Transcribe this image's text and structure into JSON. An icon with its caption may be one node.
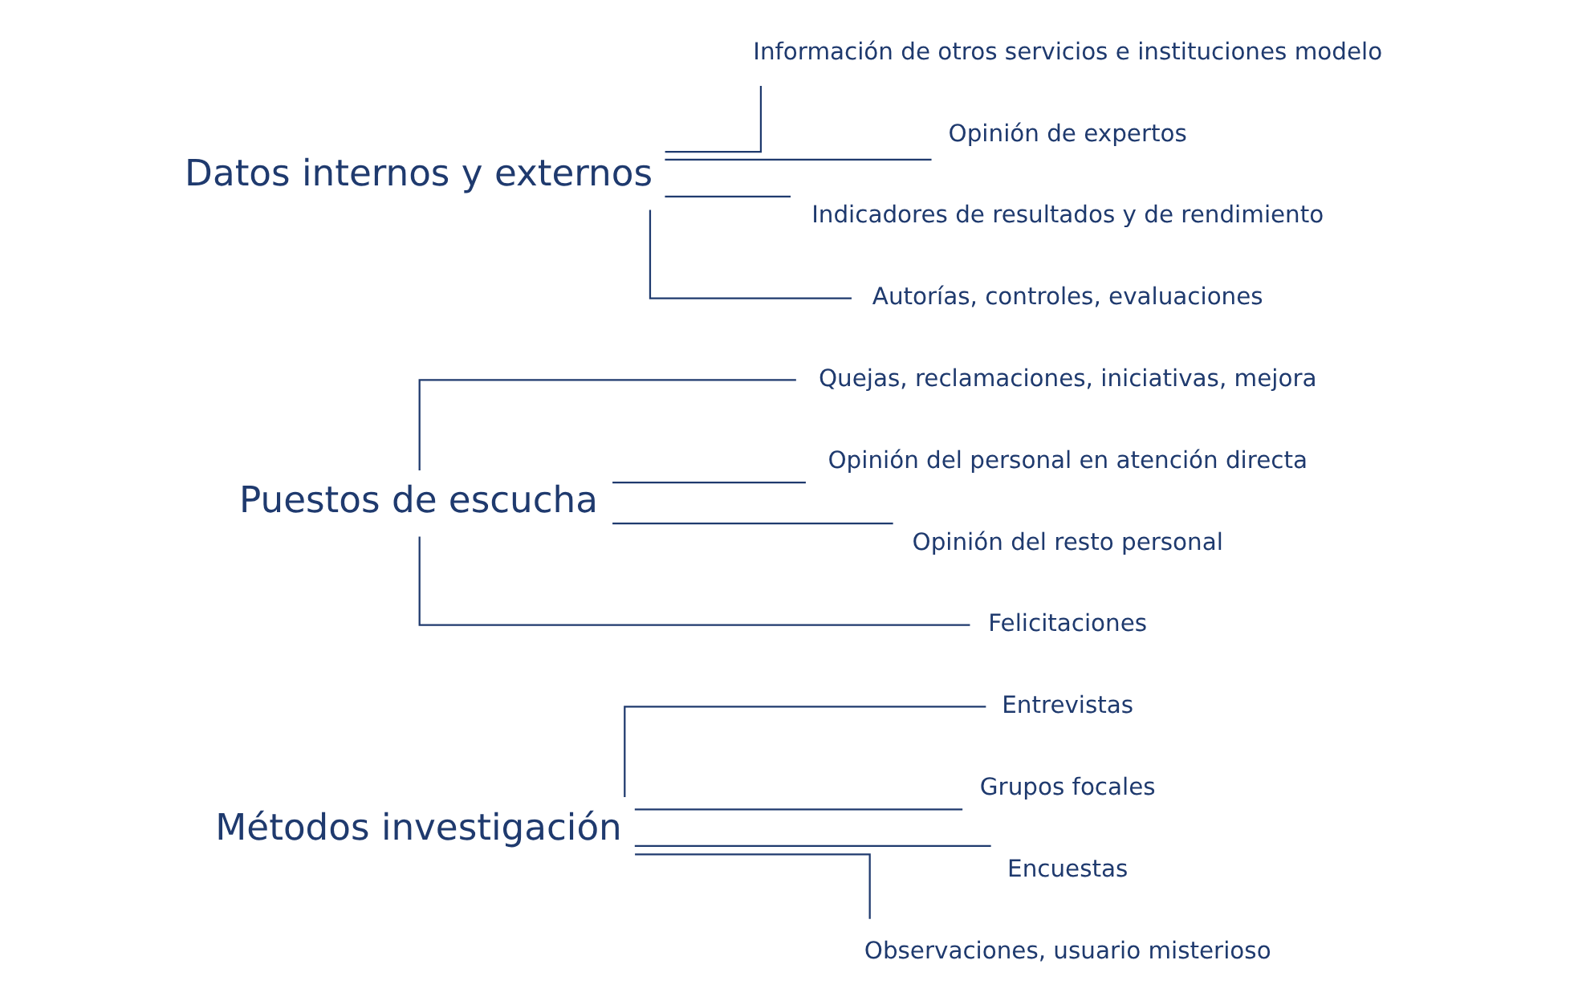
{
  "diagram": {
    "nodes": [
      {
        "text": [
          "Métodos investigación"
        ]
      },
      {
        "text": [
          "Entrevistas"
        ]
      },
      {
        "text": [
          "Grupos focales"
        ]
      },
      {
        "text": [
          "Encuestas"
        ]
      },
      {
        "text": [
          "Observaciones, usuario misterioso"
        ]
      },
      {
        "text": [
          "Puestos de escucha"
        ]
      },
      {
        "text": [
          "Quejas, reclamaciones, iniciativas, mejora"
        ]
      },
      {
        "text": [
          "Opinión del personal en atención directa"
        ]
      },
      {
        "text": [
          "Opinión del resto personal"
        ]
      },
      {
        "text": [
          "Felicitaciones"
        ]
      },
      {
        "text": [
          "Datos internos y externos"
        ]
      },
      {
        "text": [
          "Información de otros servicios e instituciones modelo"
        ]
      },
      {
        "text": [
          "Opinión de expertos"
        ]
      },
      {
        "text": [
          "Indicadores de resultados y de rendimiento"
        ]
      },
      {
        "text": [
          "Autorías, controles, evaluaciones"
        ]
      }
    ],
    "edges": [
      {
        "from": 0,
        "to": 1,
        "arrow": "none"
      },
      {
        "from": 0,
        "to": 2,
        "arrow": "none"
      },
      {
        "from": 0,
        "to": 3,
        "arrow": "none"
      },
      {
        "from": 0,
        "to": 4,
        "arrow": "none"
      },
      {
        "from": 5,
        "to": 6,
        "arrow": "none"
      },
      {
        "from": 5,
        "to": 7,
        "arrow": "none"
      },
      {
        "from": 5,
        "to": 8,
        "arrow": "none"
      },
      {
        "from": 5,
        "to": 9,
        "arrow": "none"
      },
      {
        "from": 10,
        "to": 11,
        "arrow": "none"
      },
      {
        "from": 10,
        "to": 12,
        "arrow": "none"
      },
      {
        "from": 10,
        "to": 13,
        "arrow": "none"
      },
      {
        "from": 10,
        "to": 14,
        "arrow": "none"
      }
    ]
  }
}
